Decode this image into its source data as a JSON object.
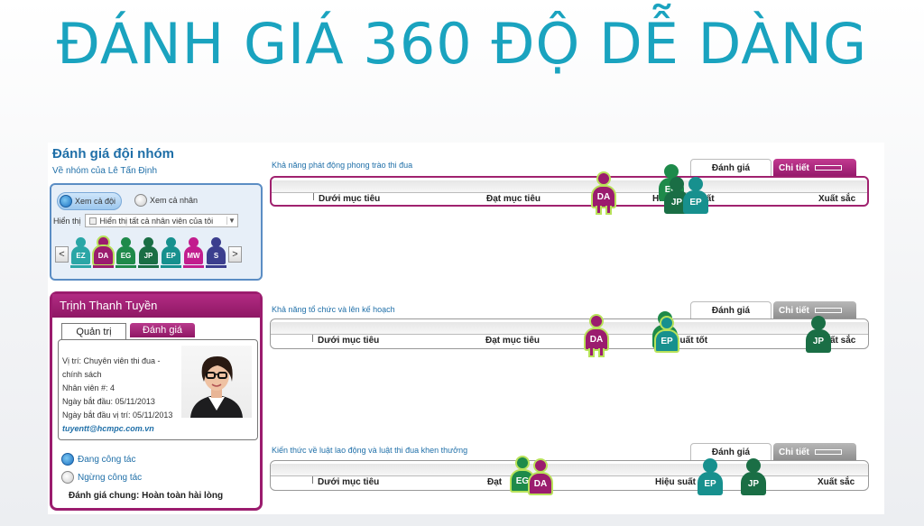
{
  "headline": "ĐÁNH GIÁ 360 ĐỘ DỄ DÀNG",
  "team": {
    "title": "Đánh giá đội nhóm",
    "subtitle": "Về nhóm của Lê Tấn Định",
    "view_team": "Xem cả đội",
    "view_individual": "Xem cả nhân",
    "show_label": "Hiển thị",
    "show_value": "Hiển thị tất cả nhân viên của tôi",
    "prev": "<",
    "next": ">",
    "members": [
      {
        "initials": "EZ",
        "color": "#2aa6a6",
        "bar": "#2aa6a6"
      },
      {
        "initials": "DA",
        "color": "#9b1c6e",
        "bar": "#9b1c6e"
      },
      {
        "initials": "EG",
        "color": "#1e8a4a",
        "bar": "#1e8a4a"
      },
      {
        "initials": "JP",
        "color": "#1a6e45",
        "bar": "#1a6e45"
      },
      {
        "initials": "EP",
        "color": "#17908e",
        "bar": "#17908e"
      },
      {
        "initials": "MW",
        "color": "#c21d8e",
        "bar": "#c21d8e"
      },
      {
        "initials": "S",
        "color": "#3b3e8e",
        "bar": "#3b3e8e"
      }
    ]
  },
  "profile": {
    "name": "Trịnh Thanh Tuyền",
    "tab_admin": "Quản trị",
    "tab_eval": "Đánh giá",
    "position": "Vị trí: Chuyên viên thi đua - chính sách",
    "employee_no": "Nhân viên #: 4",
    "start_date": "Ngày bắt đầu: 05/11/2013",
    "position_start": "Ngày bắt đầu vị trí: 05/11/2013",
    "email": "tuyentt@hcmpc.com.vn",
    "status_active": "Đang công tác",
    "status_inactive": "Ngừng công tác",
    "overall": "Đánh giá chung: Hoàn toàn hài lòng"
  },
  "sections": [
    {
      "title": "Khả năng phát động phong trào thi đua",
      "tab_eval": "Đánh giá",
      "tab_detail": "Chi tiết",
      "labels": [
        "Dưới mục tiêu",
        "Đạt mục tiêu",
        "Hi",
        "suất",
        "Xuất sắc"
      ]
    },
    {
      "title": "Khả năng tổ chức và lên kế hoạch",
      "tab_eval": "Đánh giá",
      "tab_detail": "Chi tiết",
      "labels": [
        "Dưới mục tiêu",
        "Đạt mục tiêu",
        "suất tốt",
        "ất sắc"
      ]
    },
    {
      "title": "Kiến thức về luật lao động và luật thi đua khen thưởng",
      "tab_eval": "Đánh giá",
      "tab_detail": "Chi tiết",
      "labels": [
        "Dưới mục tiêu",
        "Đạt",
        "Hiệu suất",
        "Xuất sắc"
      ]
    }
  ],
  "markers": {
    "DA": "DA",
    "EG": "EG",
    "JP": "JP",
    "EP": "EP"
  },
  "colors": {
    "headline": "#1aa3bf",
    "magenta": "#9b1c6e",
    "teal": "#17908e",
    "green": "#1a6e45",
    "accent_blue": "#1f6fa8"
  }
}
